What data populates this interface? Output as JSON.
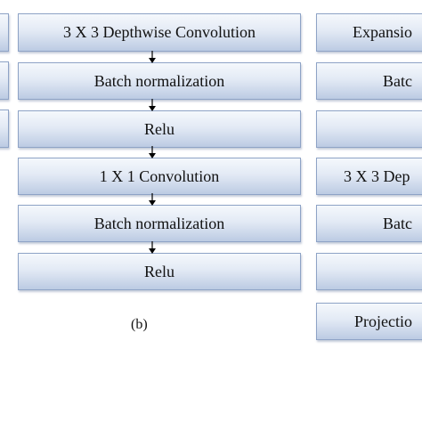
{
  "column_b": {
    "blocks": [
      "3 X 3 Depthwise Convolution",
      "Batch normalization",
      "Relu",
      "1 X 1 Convolution",
      "Batch normalization",
      "Relu"
    ],
    "caption": "(b)"
  },
  "column_c": {
    "blocks": [
      "Expansio",
      "Batc",
      "",
      "3 X 3 Dep",
      "Batc",
      "",
      "Projectio"
    ]
  },
  "colors": {
    "box_border": "#8ea3c6",
    "box_top": "#f5f8fc",
    "box_bottom": "#bccbe3",
    "arrow": "#000000"
  }
}
